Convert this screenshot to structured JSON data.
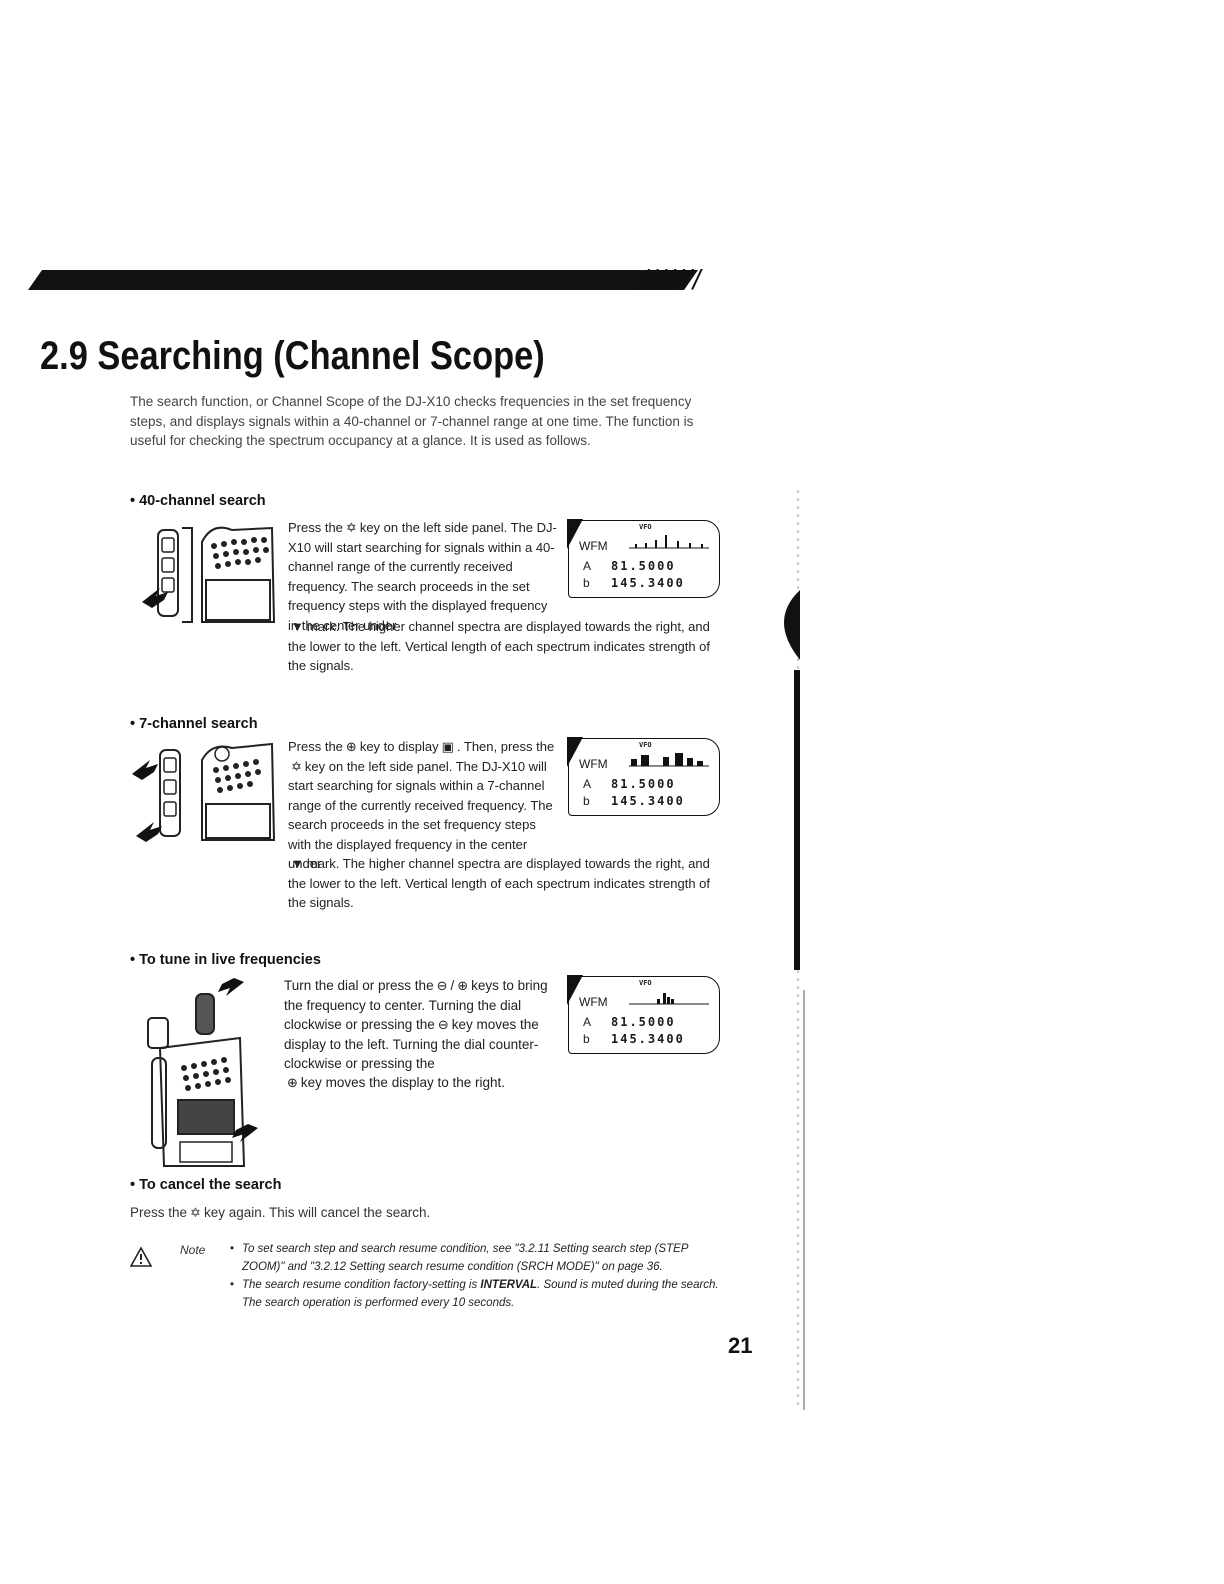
{
  "header": {
    "decoration": "///////"
  },
  "section": {
    "number": "2.9",
    "title": "Searching (Channel Scope)"
  },
  "intro": "The search function, or Channel Scope of the DJ-X10 checks frequencies in the set frequency steps, and displays signals within a 40-channel or 7-channel range at one time. The function is useful for checking the spectrum occupancy at a glance. It is used as follows.",
  "search40": {
    "heading": "• 40-channel search",
    "p1": "Press the",
    "p2": "key on the left side panel. The DJ-X10 will start searching for signals within a 40-channel range of the currently received frequency. The search proceeds in the set frequency steps with the displayed frequency in the center under",
    "p3": "mark. The higher channel spectra are displayed towards the right, and the lower to the left. Vertical length of each spectrum indicates strength of the signals."
  },
  "search7": {
    "heading": "• 7-channel search",
    "p1": "Press the",
    "p2": "key to display",
    "p3": ". Then, press the",
    "p4": "key on the left side panel. The DJ-X10 will start searching for signals within a 7-channel range of the currently received frequency. The search proceeds in the set frequency steps with the displayed frequency in the center under",
    "p5": "mark. The higher channel spectra are displayed towards the right, and the lower to the left. Vertical length of each spectrum indicates strength of the signals."
  },
  "tune": {
    "heading": "• To tune in live frequencies",
    "p1": "Turn the dial or press the",
    "p2": "keys to bring the frequency to center. Turning the dial clockwise or pressing the",
    "p3": "key moves the display to the left. Turning the dial counter-clockwise or pressing the",
    "p4": "key moves the display to the right."
  },
  "cancel": {
    "heading": "• To cancel the search",
    "p1": "Press the",
    "p2": "key again. This will cancel the search."
  },
  "glyphs": {
    "slash": "/"
  },
  "lcd": {
    "vfo": "VFO",
    "mode": "WFM",
    "a_label": "A",
    "a_freq": "81.5000",
    "b_label": "b",
    "b_freq": "145.3400"
  },
  "note": {
    "label": "Note",
    "items": [
      "To set search step and search resume condition, see \"3.2.11 Setting search step (STEP ZOOM)\" and \"3.2.12 Setting search resume condition (SRCH MODE)\" on page 36.",
      "The search resume condition factory-setting is",
      "INTERVAL",
      ". Sound is muted during the search. The search operation is performed every 10 seconds."
    ]
  },
  "page_number": "21",
  "icons": [
    "search-key-icon",
    "down-triangle-icon",
    "function-key-icon",
    "display-icon",
    "up-down-key-icon",
    "down-key-icon",
    "up-key-icon",
    "warning-icon",
    "radio-illustration"
  ]
}
